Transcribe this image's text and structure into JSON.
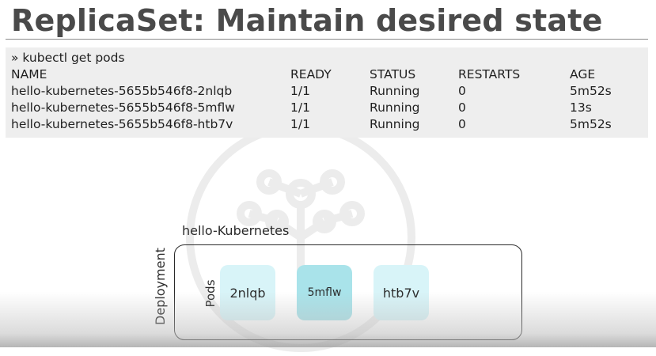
{
  "title": "ReplicaSet: Maintain desired state",
  "terminal": {
    "command": "» kubectl get pods",
    "headers": {
      "name": "NAME",
      "ready": "READY",
      "status": "STATUS",
      "restarts": "RESTARTS",
      "age": "AGE"
    },
    "rows": [
      {
        "name": "hello-kubernetes-5655b546f8-2nlqb",
        "ready": "1/1",
        "status": "Running",
        "restarts": "0",
        "age": "5m52s"
      },
      {
        "name": "hello-kubernetes-5655b546f8-5mflw",
        "ready": "1/1",
        "status": "Running",
        "restarts": "0",
        "age": "13s"
      },
      {
        "name": "hello-kubernetes-5655b546f8-htb7v",
        "ready": "1/1",
        "status": "Running",
        "restarts": "0",
        "age": "5m52s"
      }
    ]
  },
  "diagram": {
    "deployment_name": "hello-Kubernetes",
    "deployment_label": "Deployment",
    "pods_label": "Pods",
    "pods": [
      {
        "label": "2nlqb"
      },
      {
        "label": "5mflw"
      },
      {
        "label": "htb7v"
      }
    ]
  },
  "colors": {
    "pod_fill": "#d8f4f8",
    "pod_fill_new": "#a9e3ea",
    "terminal_bg": "#eeeeee",
    "title_text": "#4a4a4a"
  },
  "icons": [
    "kubernetes-watermark-icon"
  ]
}
